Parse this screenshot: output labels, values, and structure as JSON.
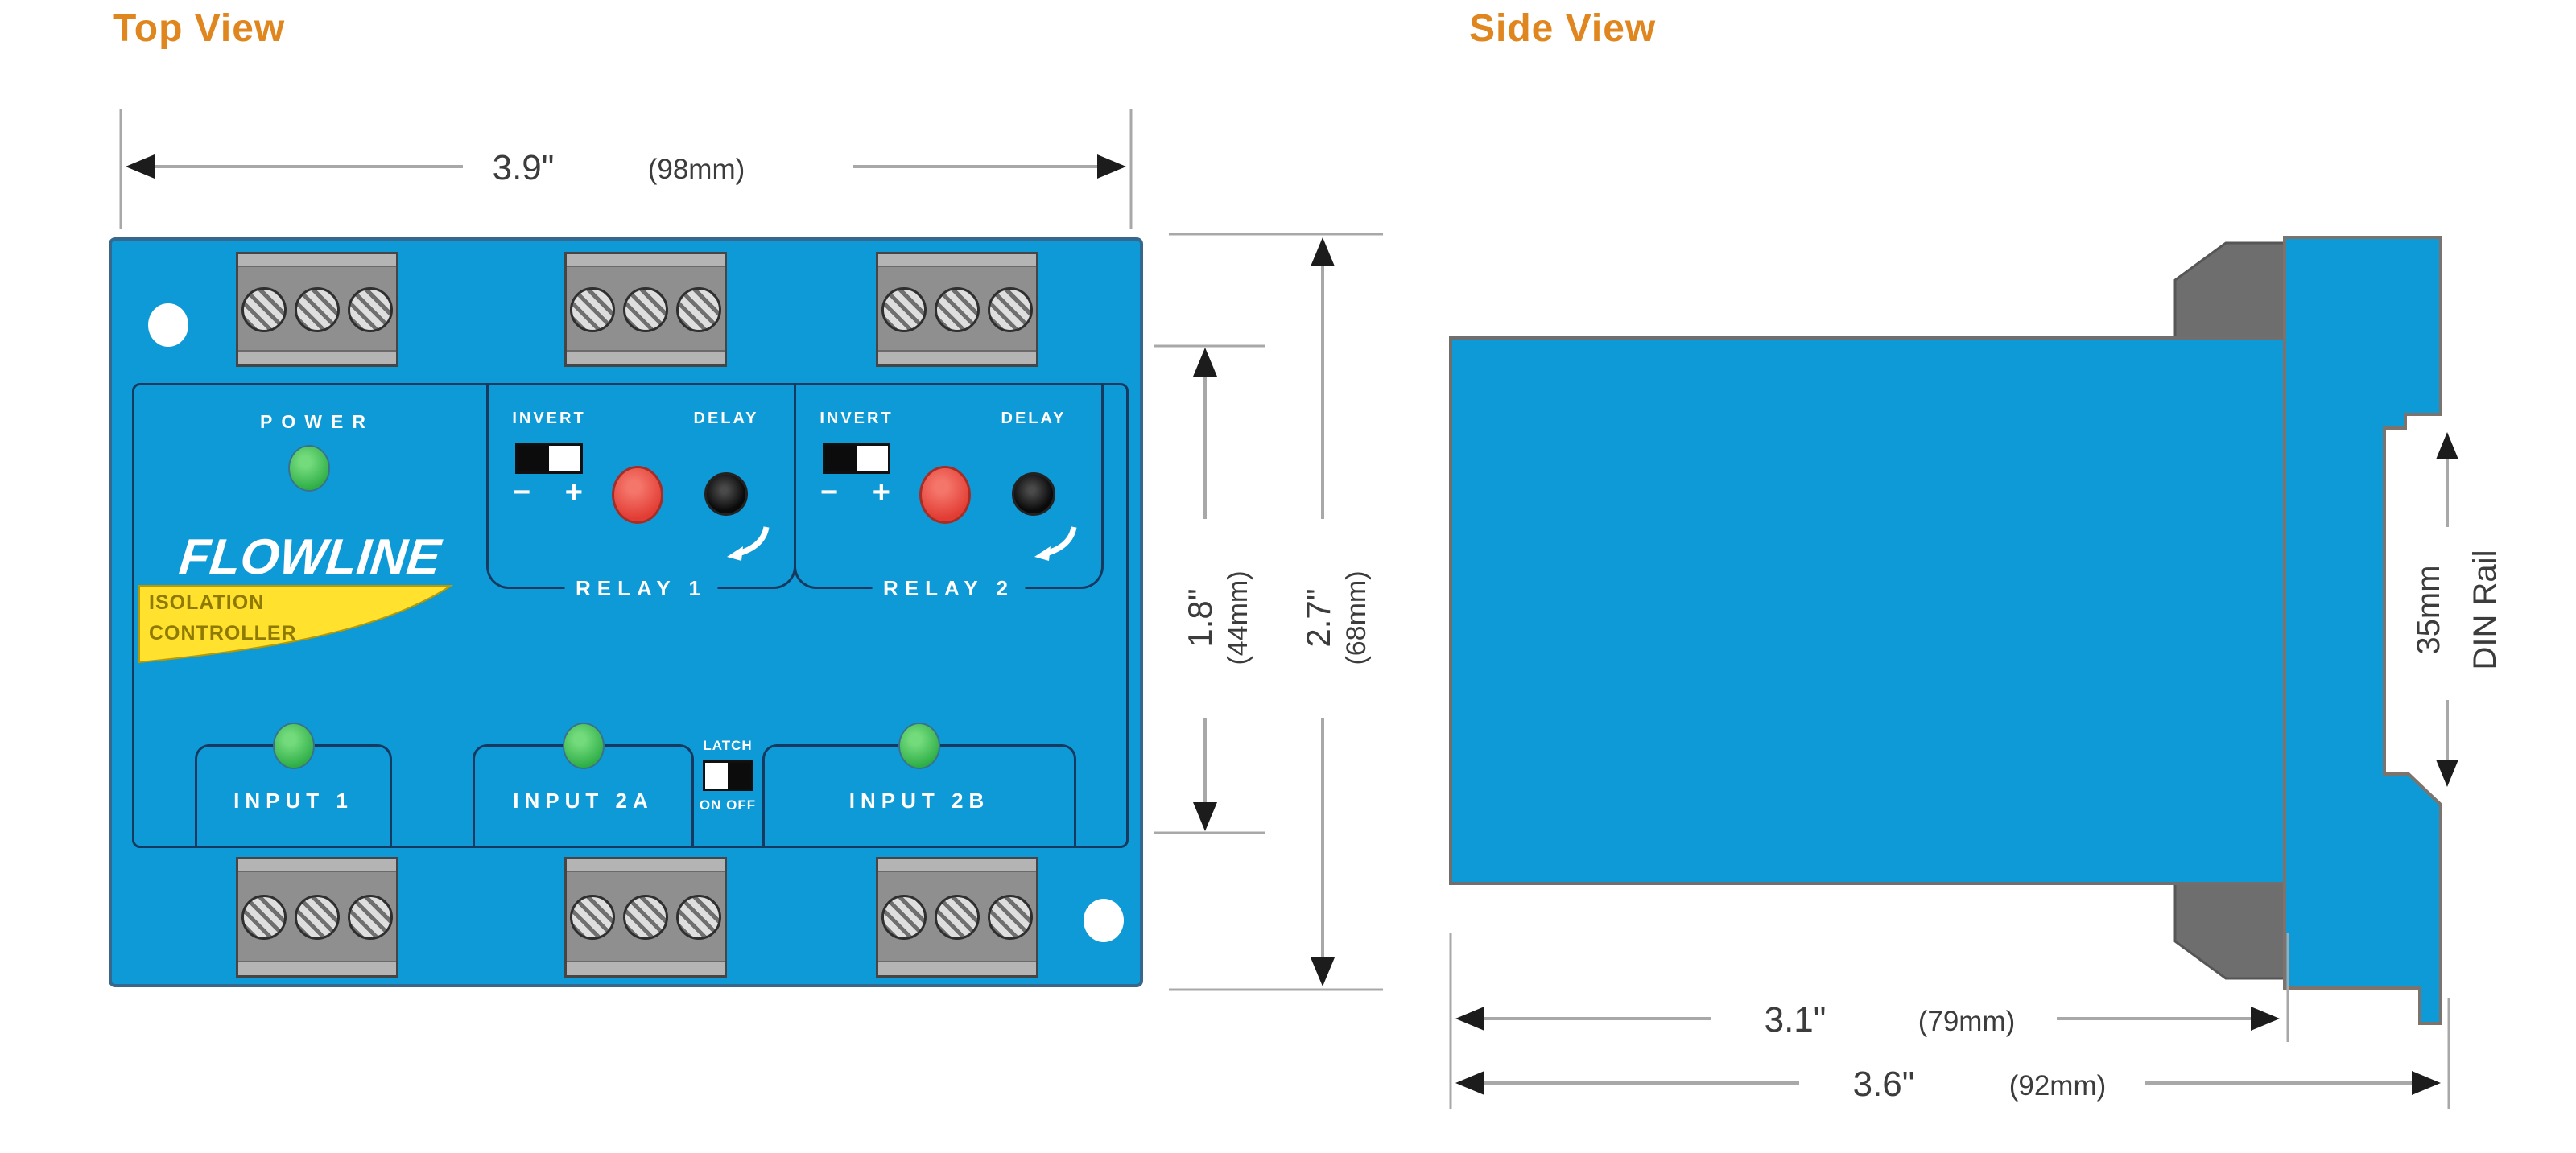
{
  "titles": {
    "top_view": "Top View",
    "side_view": "Side View"
  },
  "colors": {
    "accent_orange": "#E0861F",
    "device_blue": "#0E9AD6",
    "panel_navy": "#16395F",
    "label_yellow": "#FFE12E",
    "led_green": "#3EC154",
    "button_red": "#E8443B",
    "clip_gray": "#6E6E6E"
  },
  "top_view": {
    "dims": {
      "width": {
        "in": "3.9\"",
        "mm": "(98mm)"
      },
      "inner_height": {
        "in": "1.8\"",
        "mm": "(44mm)"
      },
      "height": {
        "in": "2.7\"",
        "mm": "(68mm)"
      }
    },
    "device": {
      "power_label": "POWER",
      "brand": "FLOWLINE",
      "product_line1": "ISOLATION",
      "product_line2": "CONTROLLER",
      "relays": [
        {
          "invert_label": "INVERT",
          "delay_label": "DELAY",
          "polarity": "− +",
          "name": "RELAY 1"
        },
        {
          "invert_label": "INVERT",
          "delay_label": "DELAY",
          "polarity": "− +",
          "name": "RELAY 2"
        }
      ],
      "latch": {
        "label": "LATCH",
        "states": "ON OFF"
      },
      "inputs": [
        {
          "label": "INPUT 1"
        },
        {
          "label": "INPUT 2A"
        },
        {
          "label": "INPUT 2B"
        }
      ]
    }
  },
  "side_view": {
    "dims": {
      "rail": {
        "line1": "35mm",
        "line2": "DIN Rail"
      },
      "body": {
        "in": "3.1\"",
        "mm": "(79mm)"
      },
      "overall": {
        "in": "3.6\"",
        "mm": "(92mm)"
      }
    }
  }
}
